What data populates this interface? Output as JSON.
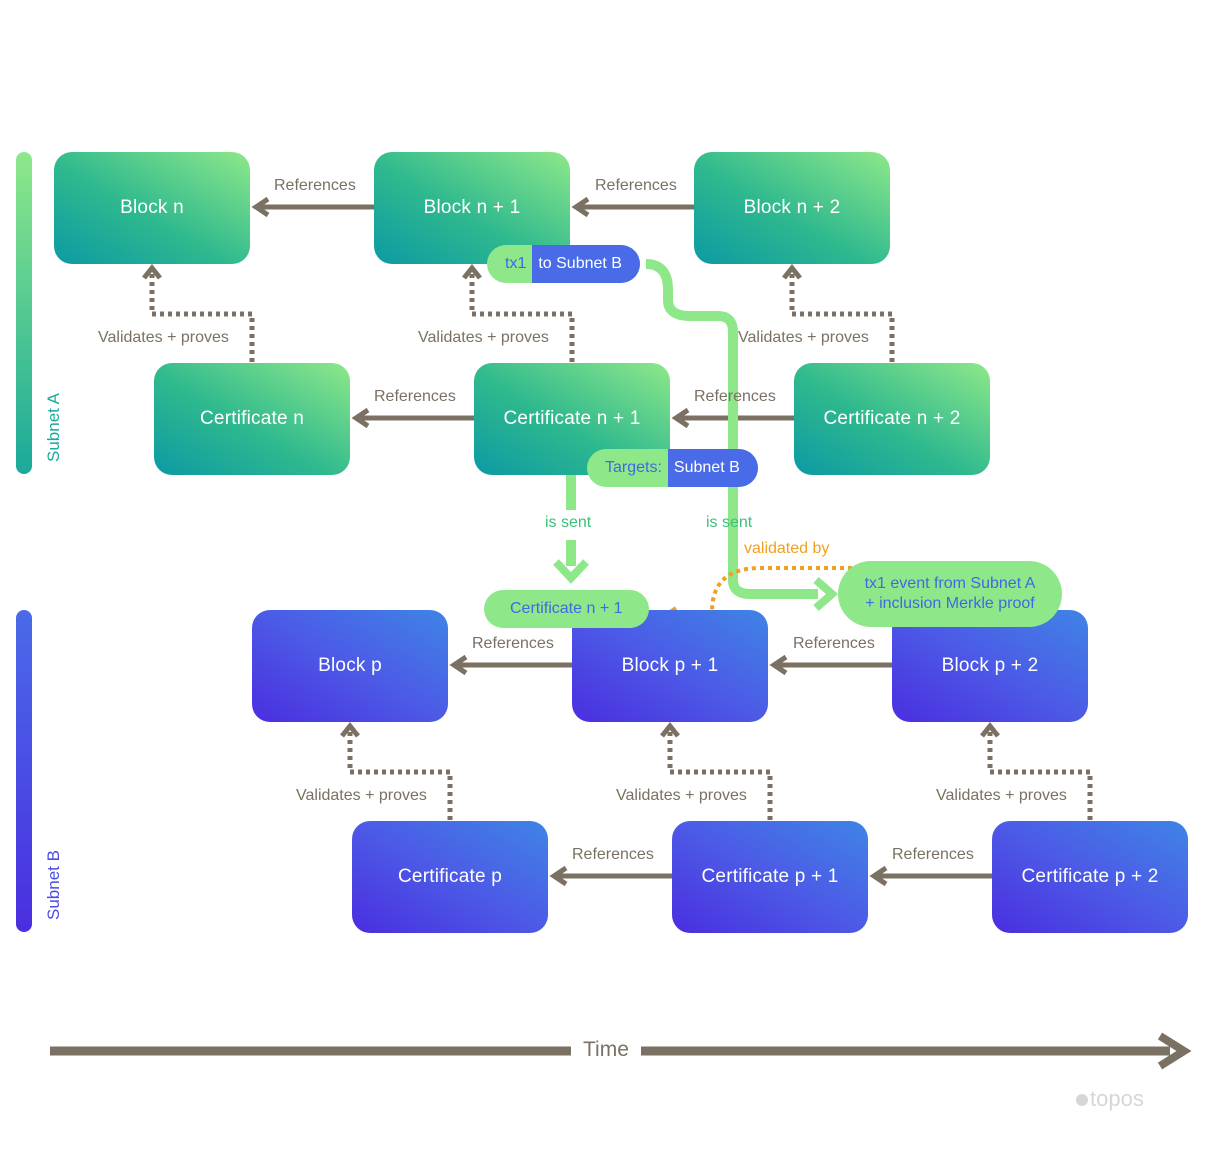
{
  "subnet_a": {
    "label": "Subnet A",
    "color": "#1aa99a",
    "blocks": [
      "Block n",
      "Block n + 1",
      "Block n + 2"
    ],
    "certificates": [
      "Certificate n",
      "Certificate n + 1",
      "Certificate n + 2"
    ]
  },
  "subnet_b": {
    "label": "Subnet B",
    "color": "#4a4be8",
    "blocks": [
      "Block p",
      "Block p + 1",
      "Block p + 2"
    ],
    "certificates": [
      "Certificate p",
      "Certificate p + 1",
      "Certificate p + 2"
    ]
  },
  "edges": {
    "references": "References",
    "validates": "Validates + proves",
    "is_sent": "is sent",
    "validated_by": "validated by"
  },
  "tx_pill": {
    "part1": "tx1",
    "part2": "to Subnet B"
  },
  "target_pill": {
    "part1": "Targets:",
    "part2": "Subnet B"
  },
  "received_cert": "Certificate n + 1",
  "event_pill": {
    "line1": "tx1 event from Subnet A",
    "line2": "+ inclusion Merkle proof"
  },
  "time_label": "Time",
  "logo": "topos",
  "colors": {
    "arrow": "#7a7162",
    "green_flow": "#8ee88a",
    "orange_flow": "#f0a020",
    "text_blue": "#4169e1"
  }
}
